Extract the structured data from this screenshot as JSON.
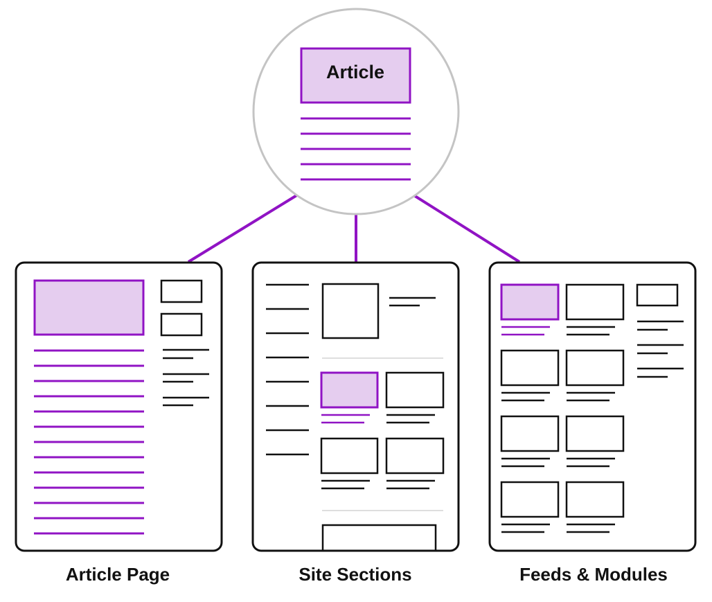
{
  "hub": {
    "label": "Article"
  },
  "panels": [
    {
      "caption": "Article Page"
    },
    {
      "caption": "Site Sections"
    },
    {
      "caption": "Feeds & Modules"
    }
  ],
  "colors": {
    "accent": "#9013c4",
    "accent_fill": "#e5cdef",
    "outline": "#111111",
    "circle": "#c4c4c4",
    "divider": "#bdbdbd"
  }
}
